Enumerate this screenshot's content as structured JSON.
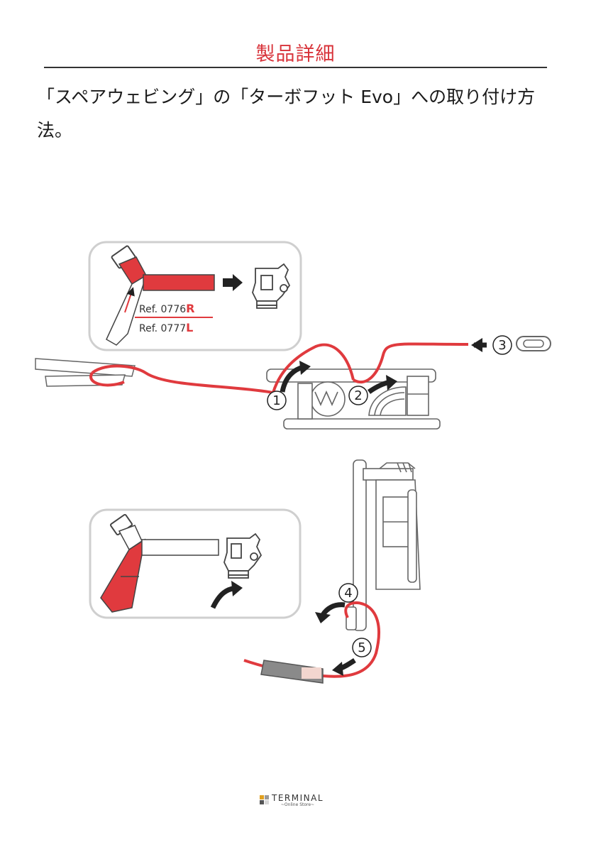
{
  "page": {
    "title": "製品詳細",
    "intro": "「スペアウェビング」の「ターボフット Evo」への取り付け方法。"
  },
  "diagram": {
    "ref_r_prefix": "Ref. 0776",
    "ref_r_letter": "R",
    "ref_l_prefix": "Ref. 0777",
    "ref_l_letter": "L",
    "steps": [
      "1",
      "2",
      "3",
      "4",
      "5"
    ],
    "colors": {
      "webbing": "#e03a3e",
      "outline": "#555555",
      "arrow": "#222222"
    }
  },
  "footer": {
    "brand": "TERMINAL",
    "sub": "~Online Store~"
  }
}
